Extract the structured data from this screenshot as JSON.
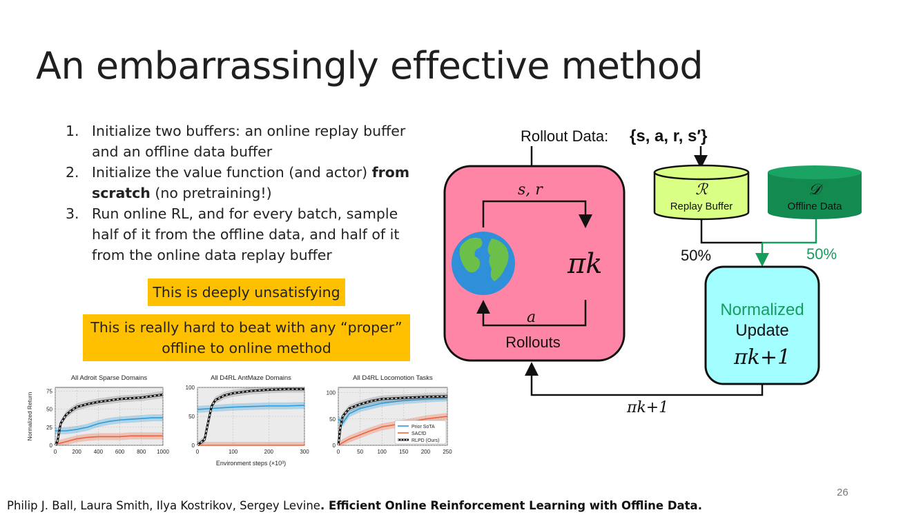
{
  "slide": {
    "title": "An embarrassingly effective method",
    "page_number": "26"
  },
  "steps": [
    {
      "num": "1.",
      "parts": [
        {
          "t": "Initialize two buffers: an online replay buffer and an offline data buffer",
          "b": false
        }
      ]
    },
    {
      "num": "2.",
      "parts": [
        {
          "t": "Initialize the value function (and actor) ",
          "b": false
        },
        {
          "t": "from scratch",
          "b": true
        },
        {
          "t": " (no pretraining!)",
          "b": false
        }
      ]
    },
    {
      "num": "3.",
      "parts": [
        {
          "t": "Run online RL, and for every batch, sample half of it from the offline data, and half of it from the online data replay buffer",
          "b": false
        }
      ]
    }
  ],
  "highlights": {
    "box1": "This is deeply unsatisfying",
    "box2": "This is really hard to beat with any “proper” offline to online method"
  },
  "diagram": {
    "rollout_data_label": "Rollout Data:",
    "rollout_data_math": "{s, a, r, s′}",
    "env_to_policy": "s, r",
    "policy_to_env": "a",
    "policy": "πk",
    "rollouts_label": "Rollouts",
    "replay_symbol": "ℛ",
    "replay_label": "Replay Buffer",
    "offline_symbol": "𝒟",
    "offline_label": "Offline Data",
    "replay_fraction": "50%",
    "offline_fraction": "50%",
    "update_line1": "Normalized",
    "update_line2": "Update",
    "update_policy": "πk+1",
    "feedback_policy": "πk+1",
    "colors": {
      "rollouts_box": "#ff85a6",
      "replay_buffer": "#d9ff85",
      "offline_data": "#128a50",
      "update_box": "#a3ffff",
      "offline_accent": "#169c5c"
    }
  },
  "chart_data": [
    {
      "type": "line",
      "title": "All Adroit Sparse Domains",
      "ylabel": "Normalized Return",
      "xlabel": "",
      "xlim": [
        0,
        1000
      ],
      "ylim": [
        0,
        80
      ],
      "xticks": [
        0,
        200,
        400,
        600,
        800,
        1000
      ],
      "yticks": [
        0,
        25,
        50,
        75
      ],
      "grid": true,
      "series": [
        {
          "name": "Prior SoTA",
          "color": "#2b9ad8",
          "x": [
            0,
            20,
            100,
            200,
            300,
            400,
            500,
            600,
            700,
            800,
            900,
            1000
          ],
          "y": [
            20,
            20,
            20,
            22,
            25,
            30,
            33,
            35,
            36,
            37,
            38,
            38
          ]
        },
        {
          "name": "SACfD",
          "color": "#f0603c",
          "x": [
            0,
            20,
            100,
            200,
            300,
            400,
            500,
            600,
            700,
            800,
            900,
            1000
          ],
          "y": [
            0,
            2,
            5,
            9,
            11,
            12,
            12,
            12,
            13,
            13,
            13,
            13
          ]
        },
        {
          "name": "RLPD (Ours)",
          "color": "#1a1a1a",
          "x": [
            0,
            20,
            50,
            100,
            150,
            200,
            300,
            400,
            500,
            600,
            700,
            800,
            900,
            1000
          ],
          "y": [
            0,
            5,
            30,
            42,
            48,
            53,
            57,
            60,
            62,
            64,
            65,
            66,
            68,
            70
          ]
        }
      ]
    },
    {
      "type": "line",
      "title": "All D4RL AntMaze Domains",
      "xlabel": "Environment steps (×10³)",
      "xlim": [
        0,
        300
      ],
      "ylim": [
        0,
        100
      ],
      "xticks": [
        0,
        100,
        200,
        300
      ],
      "yticks": [
        0,
        50,
        100
      ],
      "grid": true,
      "series": [
        {
          "name": "Prior SoTA",
          "color": "#2b9ad8",
          "x": [
            0,
            50,
            100,
            150,
            200,
            250,
            300
          ],
          "y": [
            62,
            64,
            66,
            67,
            68,
            68,
            69
          ]
        },
        {
          "name": "SACfD",
          "color": "#f0603c",
          "x": [
            0,
            50,
            100,
            150,
            200,
            250,
            300
          ],
          "y": [
            0,
            0,
            0,
            0,
            0,
            0,
            0
          ]
        },
        {
          "name": "RLPD (Ours)",
          "color": "#1a1a1a",
          "x": [
            0,
            10,
            20,
            30,
            40,
            50,
            75,
            100,
            150,
            200,
            250,
            300
          ],
          "y": [
            0,
            5,
            10,
            40,
            68,
            78,
            86,
            90,
            94,
            96,
            97,
            97
          ]
        }
      ]
    },
    {
      "type": "line",
      "title": "All D4RL Locomotion Tasks",
      "xlabel": "",
      "xlim": [
        0,
        250
      ],
      "ylim": [
        0,
        110
      ],
      "xticks": [
        0,
        50,
        100,
        150,
        200,
        250
      ],
      "yticks": [
        0,
        50,
        100
      ],
      "grid": true,
      "legend": {
        "placement": "lower-right",
        "entries": [
          "Prior SoTA",
          "SACfD",
          "RLPD (Ours)"
        ]
      },
      "series": [
        {
          "name": "Prior SoTA",
          "color": "#2b9ad8",
          "x": [
            0,
            10,
            25,
            50,
            75,
            100,
            150,
            200,
            250
          ],
          "y": [
            50,
            42,
            60,
            70,
            75,
            80,
            85,
            88,
            90
          ]
        },
        {
          "name": "SACfD",
          "color": "#f0603c",
          "x": [
            0,
            10,
            25,
            50,
            75,
            100,
            150,
            200,
            250
          ],
          "y": [
            0,
            5,
            12,
            20,
            28,
            35,
            42,
            50,
            55
          ]
        },
        {
          "name": "RLPD (Ours)",
          "color": "#1a1a1a",
          "x": [
            0,
            5,
            10,
            25,
            50,
            75,
            100,
            150,
            200,
            250
          ],
          "y": [
            0,
            35,
            55,
            70,
            78,
            84,
            88,
            90,
            92,
            93
          ]
        }
      ]
    }
  ],
  "citation": {
    "authors": "Philip J. Ball, Laura Smith, Ilya Kostrikov, Sergey Levine",
    "sep": ". ",
    "paper": "Efficient Online Reinforcement Learning with Offline Data."
  }
}
